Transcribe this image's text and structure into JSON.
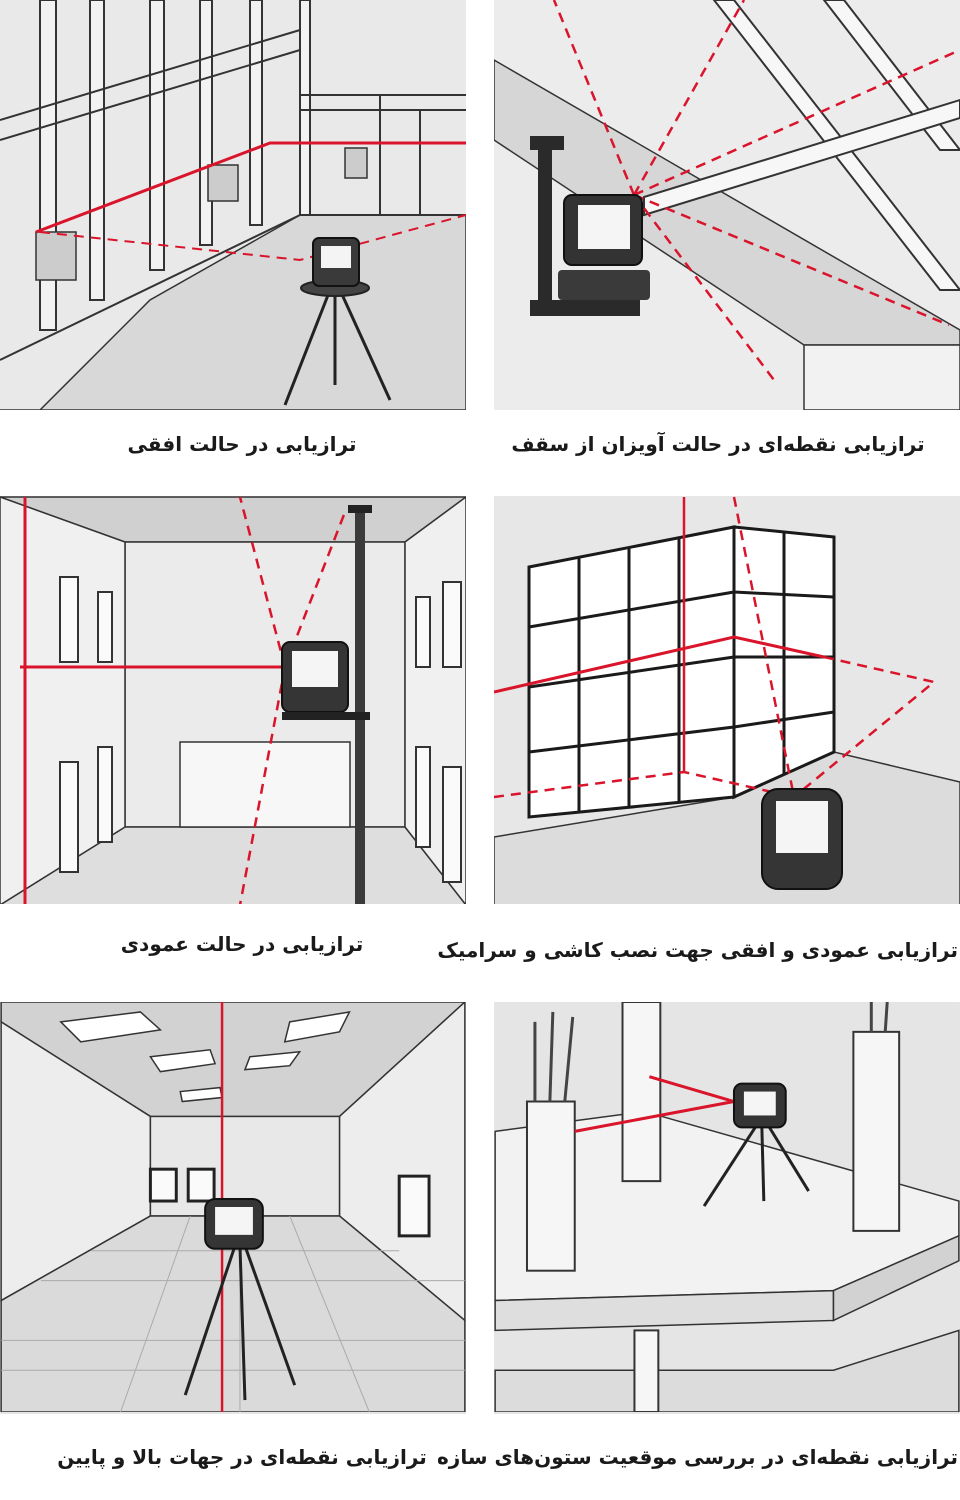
{
  "colors": {
    "laser": "#d9142b",
    "line": "#1f1f1f",
    "panel_bg": "#e6e6e6",
    "device": "#2b2b2b"
  },
  "panels": [
    {
      "caption": "ترازیابی در حالت افقی"
    },
    {
      "caption": "ترازیابی نقطه‌ای در حالت آویزان از سقف"
    },
    {
      "caption": "ترازیابی در حالت عمودی"
    },
    {
      "caption": "ترازیابی عمودی و افقی جهت نصب کاشی و سرامیک"
    },
    {
      "caption": "ترازیابی نقطه‌ای در جهات بالا و پایین"
    },
    {
      "caption": "ترازیابی نقطه‌ای در بررسی موقعیت ستون‌های سازه"
    }
  ]
}
